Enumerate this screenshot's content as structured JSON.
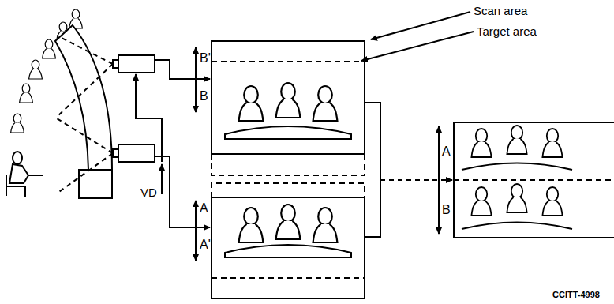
{
  "diagram": {
    "labels": [
      "Scan area",
      "Target area",
      "B'",
      "B",
      "VD",
      "A",
      "A'",
      "A",
      "B",
      "CCITT-4998"
    ]
  }
}
